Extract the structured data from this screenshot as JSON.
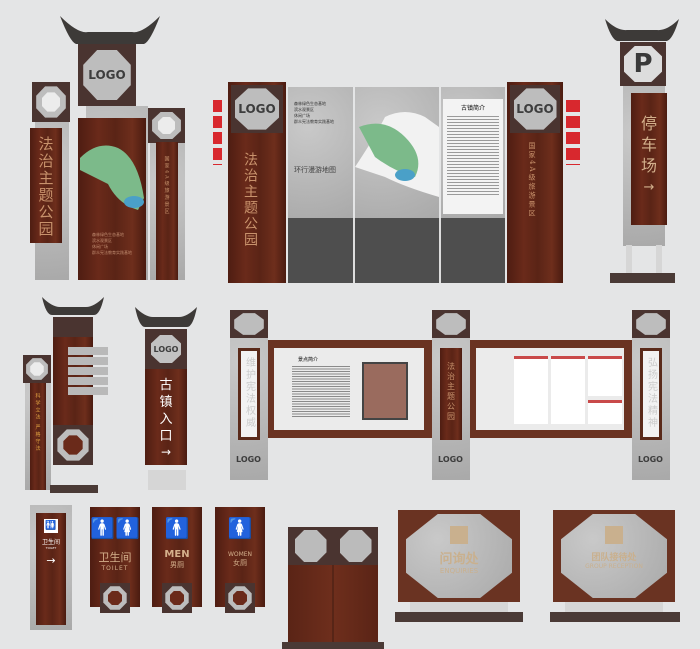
{
  "logo_text": "LOGO",
  "park_sign": {
    "title": "法治主题公园",
    "scenic_label": "国家4A级旅游景区",
    "map_items": [
      "森林绿色生态基地",
      "滨水观景区",
      "休闲广场",
      "群众宪法教育实践基地"
    ]
  },
  "map_board": {
    "map_title": "环行漫游地图",
    "intro_title": "古镇简介"
  },
  "parking": {
    "symbol": "P",
    "title": "停车场",
    "arrow": "→"
  },
  "direction_sign": {
    "slogan": "科学立法 严格守法"
  },
  "entrance": {
    "title": "古镇入口",
    "arrow": "→"
  },
  "gallery": {
    "left_slogan": "维护宪法权威",
    "right_slogan": "弘扬宪法精神",
    "center_title": "法治主题公园",
    "intro_title": "景点简介"
  },
  "toilets": {
    "toilet_cn": "卫生间",
    "toilet_en": "TOILET",
    "men_en": "MEN",
    "men_cn": "男厕",
    "women_en": "WOMEN",
    "women_cn": "女厕",
    "arrow": "→"
  },
  "reception": {
    "enquiries_cn": "问询处",
    "enquiries_en": "ENQUIRIES",
    "group_cn": "团队接待处",
    "group_en": "GROUP RECEPTION"
  },
  "colors": {
    "wood": "#5e2617",
    "stone": "#b8b8b8",
    "accent_red": "#d8282e",
    "frame": "#4a3430"
  }
}
